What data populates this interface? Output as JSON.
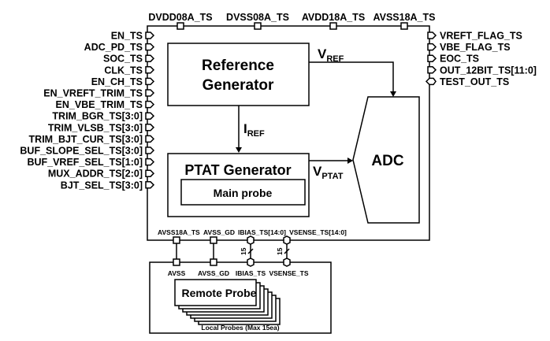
{
  "top_pins": [
    "DVDD08A_TS",
    "DVSS08A_TS",
    "AVDD18A_TS",
    "AVSS18A_TS"
  ],
  "left_pins": [
    "EN_TS",
    "ADC_PD_TS",
    "SOC_TS",
    "CLK_TS",
    "EN_CH_TS",
    "EN_VREFT_TRIM_TS",
    "EN_VBE_TRIM_TS",
    "TRIM_BGR_TS[3:0]",
    "TRIM_VLSB_TS[3:0]",
    "TRIM_BJT_CUR_TS[3:0]",
    "BUF_SLOPE_SEL_TS[3:0]",
    "BUF_VREF_SEL_TS[1:0]",
    "MUX_ADDR_TS[2:0]",
    "BJT_SEL_TS[3:0]"
  ],
  "right_pins": [
    "VREFT_FLAG_TS",
    "VBE_FLAG_TS",
    "EOC_TS",
    "OUT_12BIT_TS[11:0]",
    "TEST_OUT_TS"
  ],
  "blocks": {
    "ref_gen_line1": "Reference",
    "ref_gen_line2": "Generator",
    "ptat": "PTAT Generator",
    "main_probe": "Main probe",
    "adc": "ADC",
    "remote_probe": "Remote Probe",
    "local_probes": "Local Probes (Max 15ea)"
  },
  "signals": {
    "vref_main": "V",
    "vref_sub": "REF",
    "iref_main": "I",
    "iref_sub": "REF",
    "vptat_main": "V",
    "vptat_sub": "PTAT"
  },
  "bottom_pins": [
    "AVSS18A_TS",
    "AVSS_GD",
    "IBIAS_TS[14:0]",
    "VSENSE_TS[14:0]"
  ],
  "probe_pins": [
    "AVSS",
    "AVSS_GD",
    "IBIAS_TS",
    "VSENSE_TS"
  ],
  "bus_width": "15"
}
